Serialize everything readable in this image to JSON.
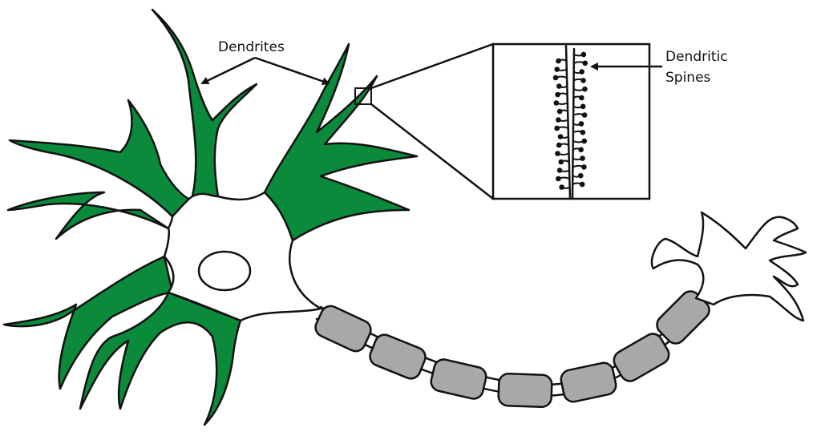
{
  "labels": {
    "dendrites": "Dendrites",
    "dendritic_spines_line1": "Dendritic",
    "dendritic_spines_line2": "Spines"
  },
  "colors": {
    "dendrite": "#0b8a3c",
    "myelin": "#a7a8aa",
    "outline": "#111111"
  },
  "inset": {
    "spine_count_per_side": 16
  }
}
